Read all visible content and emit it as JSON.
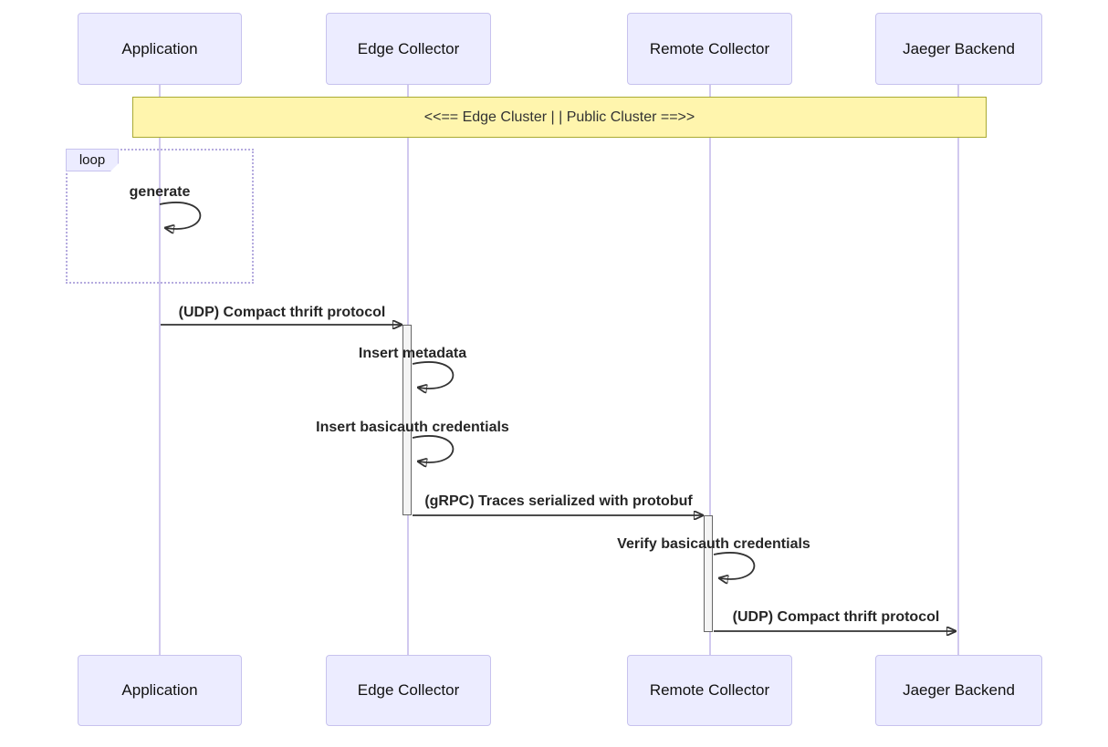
{
  "diagram": {
    "kind": "sequence-diagram",
    "participants": [
      {
        "label": "Application"
      },
      {
        "label": "Edge Collector"
      },
      {
        "label": "Remote Collector"
      },
      {
        "label": "Jaeger Backend"
      }
    ],
    "note": {
      "text": "<<== Edge Cluster | | Public Cluster ==>>"
    },
    "loop": {
      "label": "loop"
    },
    "messages": [
      {
        "label": "generate",
        "kind": "self",
        "on": "Application"
      },
      {
        "label": "(UDP) Compact thrift protocol",
        "kind": "arrow",
        "from": "Application",
        "to": "Edge Collector"
      },
      {
        "label": "Insert metadata",
        "kind": "self",
        "on": "Edge Collector"
      },
      {
        "label": "Insert basicauth credentials",
        "kind": "self",
        "on": "Edge Collector"
      },
      {
        "label": "(gRPC) Traces serialized with protobuf",
        "kind": "arrow",
        "from": "Edge Collector",
        "to": "Remote Collector"
      },
      {
        "label": "Verify basicauth credentials",
        "kind": "self",
        "on": "Remote Collector"
      },
      {
        "label": "(UDP) Compact thrift protocol",
        "kind": "arrow",
        "from": "Remote Collector",
        "to": "Jaeger Backend"
      }
    ],
    "colors": {
      "participant_fill": "#ECECFF",
      "participant_border": "#c7c2ee",
      "lifeline": "#d1c9ef",
      "note_fill": "#fff5ad",
      "note_border": "#aaaa33",
      "loop_border": "#b5abdf",
      "activation_fill": "#f4f4f4",
      "activation_border": "#666666",
      "arrow": "#333333"
    }
  }
}
